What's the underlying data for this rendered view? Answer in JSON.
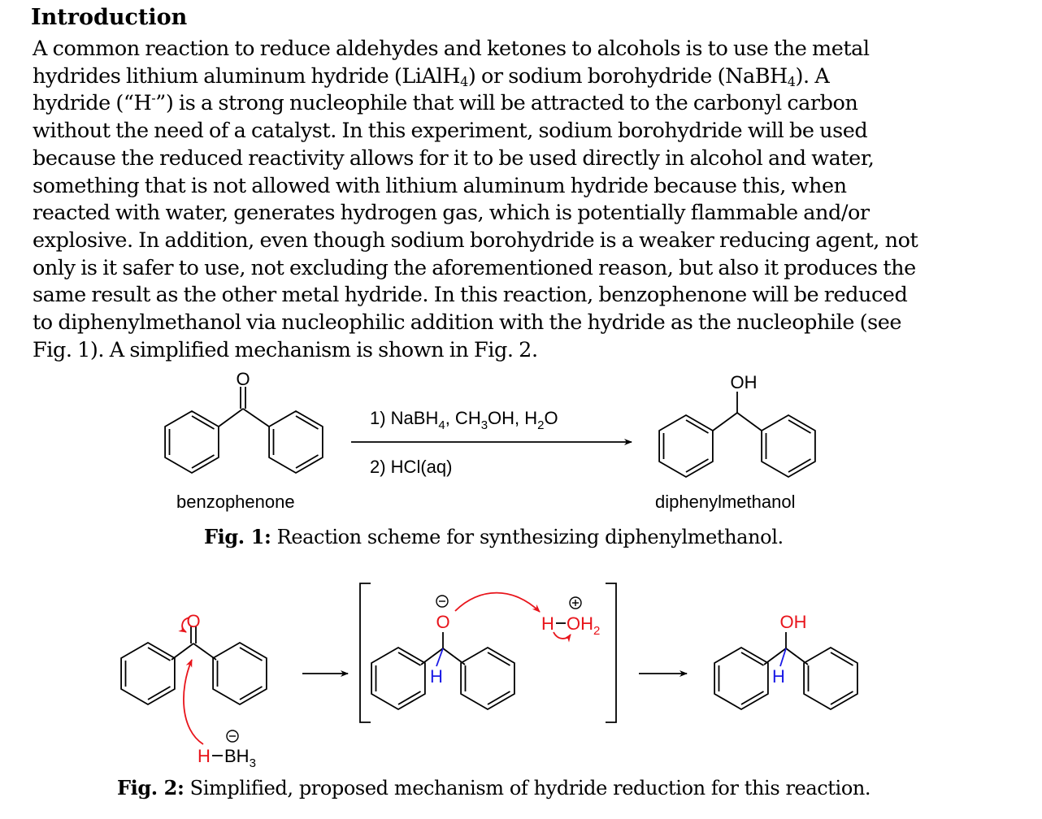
{
  "heading": "Introduction",
  "intro": {
    "l1": "A common reaction to reduce aldehydes and ketones to alcohols is to use the metal",
    "l2a": "hydrides lithium aluminum hydride (LiAlH",
    "l2b": "4",
    "l2c": ") or sodium borohydride (NaBH",
    "l2d": "4",
    "l2e": "). A",
    "l3a": "hydride (“H",
    "l3b": "-",
    "l3c": "”) is a strong nucleophile that will be attracted to the carbonyl carbon",
    "l4": "without the need of a catalyst. In this experiment, sodium borohydride will be used",
    "l5": "because the reduced reactivity allows for it to be used directly in alcohol and water,",
    "l6": "something that is not allowed with lithium aluminum hydride because this, when",
    "l7": "reacted with water, generates hydrogen gas, which is potentially flammable and/or",
    "l8": "explosive. In addition, even though sodium borohydride is a weaker reducing agent, not",
    "l9": "only is it safer to use, not excluding the aforementioned reason, but also it produces the",
    "l10": "same result as the other metal hydride. In this reaction, benzophenone will be reduced",
    "l11": "to diphenylmethanol via nucleophilic addition with the hydride as the nucleophile (see",
    "l12": "Fig. 1). A simplified mechanism is shown in Fig. 2."
  },
  "fig1": {
    "oxygen": "O",
    "hydroxyl": "OH",
    "cond1_a": "1) NaBH",
    "cond1_b": "4",
    "cond1_c": ", CH",
    "cond1_d": "3",
    "cond1_e": "OH, H",
    "cond1_f": "2",
    "cond1_g": "O",
    "cond2": "2) HCl(aq)",
    "reactant_name": "benzophenone",
    "product_name": "diphenylmethanol",
    "caption_label": "Fig. 1:",
    "caption_text": " Reaction scheme for synthesizing diphenylmethanol."
  },
  "fig2": {
    "oxygen": "O",
    "hydrogen": "H",
    "hydroxyl": "OH",
    "h_oh2_a": "H",
    "h_oh2_b": "OH",
    "h_oh2_c": "2",
    "bh3_a": "H",
    "bh3_b": "BH",
    "bh3_c": "3",
    "caption_label": "Fig. 2:",
    "caption_text": " Simplified, proposed mechanism of hydride reduction for this reaction."
  },
  "colors": {
    "arrow_red": "#e8141b",
    "hydrogen_blue": "#1a1ae6",
    "oxygen_red": "#e8141b",
    "bond": "#000000"
  }
}
